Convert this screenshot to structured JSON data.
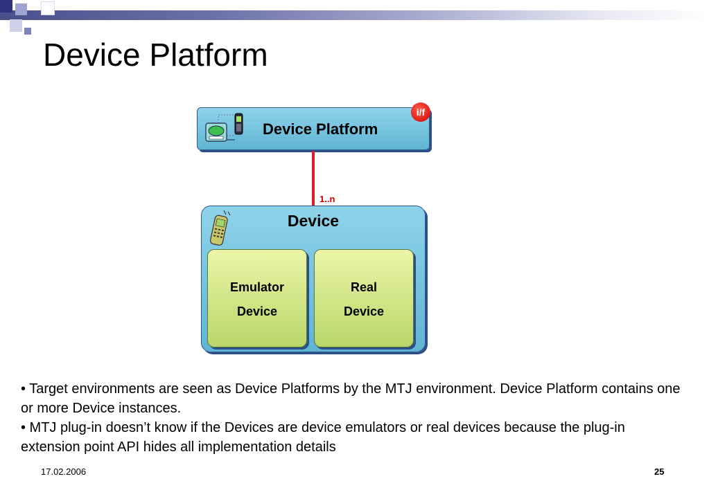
{
  "slide": {
    "title": "Device Platform",
    "date": "17.02.2006",
    "page_number": "25"
  },
  "diagram": {
    "platform_label": "Device Platform",
    "interface_badge": "i/f",
    "multiplicity": "1..n",
    "device_label": "Device",
    "emulator_line1": "Emulator",
    "emulator_line2": "Device",
    "real_line1": "Real",
    "real_line2": "Device",
    "connector_color": "#e21b2a",
    "box_color": "#6ec3df",
    "inner_box_color": "#d4e88a"
  },
  "body": {
    "bullet1": "• Target environments are seen as Device Platforms by the MTJ environment. Device Platform contains one or more Device instances.",
    "bullet2": "• MTJ plug-in doesn’t know if the Devices are device emulators or real devices because the plug-in extension point API hides all implementation details"
  },
  "icons": {
    "platform": "pda-and-phone-icon",
    "device": "mobile-phone-icon"
  }
}
